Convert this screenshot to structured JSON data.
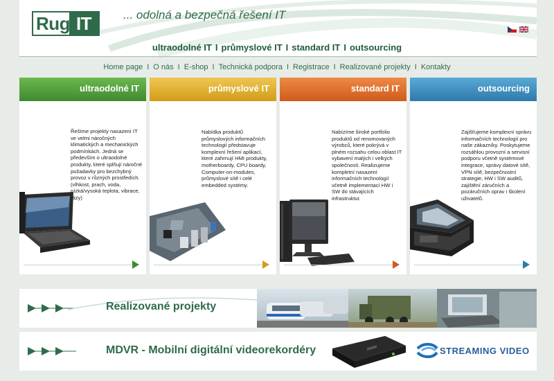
{
  "header": {
    "logo_left": "Rug",
    "logo_right": "IT",
    "slogan": "... odolná a bezpečná řešení IT"
  },
  "top_nav": [
    "ultraodolné IT",
    "průmyslové IT",
    "standard IT",
    "outsourcing"
  ],
  "main_nav": [
    "Home page",
    "O nás",
    "E-shop",
    "Technická podpora",
    "Registrace",
    "Realizované projekty",
    "Kontakty"
  ],
  "columns": [
    {
      "title": "ultraodolné IT",
      "color": "#4a9a3a",
      "text": "Řešíme projekty nasazení IT ve velmi náročných klimatických a mechanických podmínkách. Jedná se především o ultraodolné produkty, které splňují náročné požadavky pro bezchybný provoz v různých prostředích. (vlhkost, prach, voda, nízká/vysoká teplota, vibrace, rázy)"
    },
    {
      "title": "průmyslové IT",
      "color": "#e0b22f",
      "text": "Nabídka produktů průmyslových informačních technologií představuje komplexní řešení aplikací, které zahrnují HMI produkty, motherboardy, CPU boardy, Computer-on-modules, průmyslové sítě i celé embedded systémy."
    },
    {
      "title": "standard IT",
      "color": "#e0702a",
      "text": "Nabízíme široké portfolio produktů od renomovaných výrobců, které pokrývá v plném rozsahu celou oblast IT vybavení malých i velkých společností. Realizujeme kompletní nasazení informačních technologií včetně implementací HW i SW do stávajících infrastruktur."
    },
    {
      "title": "outsourcing",
      "color": "#3d8fbf",
      "text": "Zajišťujeme komplexní správu informačních technologií pro naše zákazníky. Poskytujeme rozsáhlou provozní a servisní podporu včetně systémové integrace, správy datové sítě, VPN sítě, bezpečnostní strategie, HW i SW auditů, zajištění záručních a pozáručních oprav i školení uživatelů."
    }
  ],
  "banners": {
    "projects_title": "Realizované projekty",
    "mdvr_title": "MDVR - Mobilní digitální videorekordéry",
    "streaming_logo": "STREAMING VIDEO"
  }
}
